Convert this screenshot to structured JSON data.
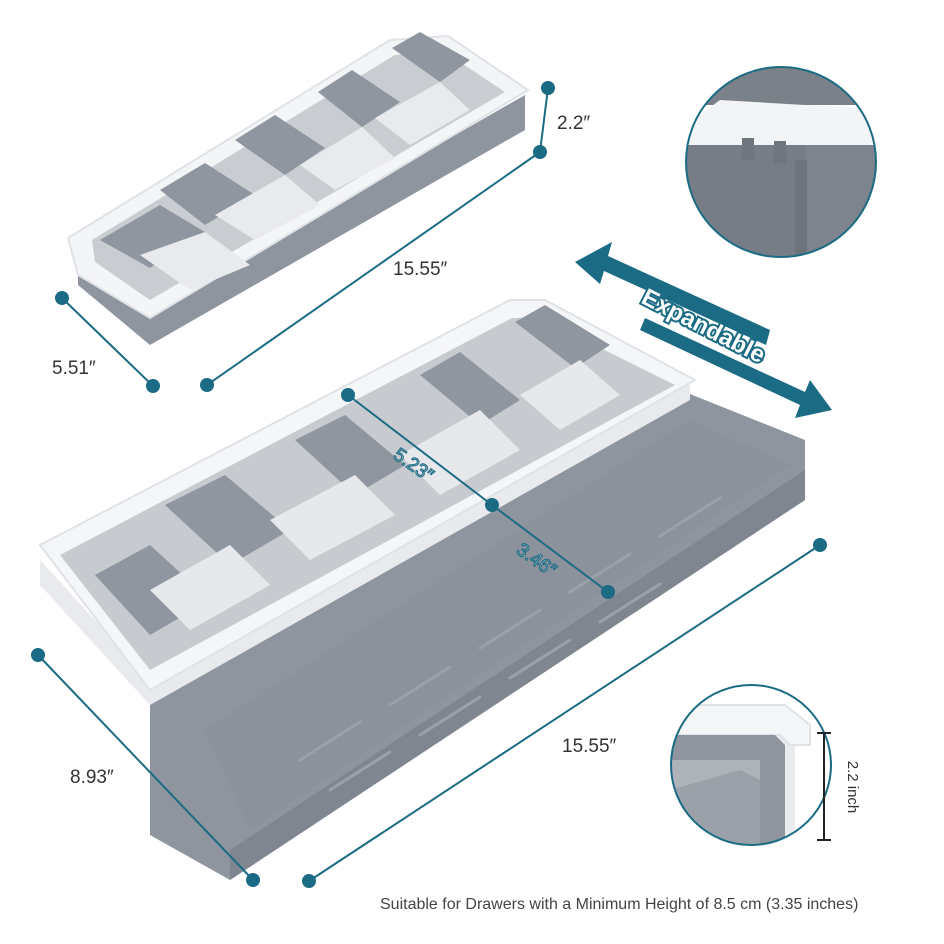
{
  "colors": {
    "accent": "#1b6b84",
    "tray_gray": "#8e959e",
    "tray_dark": "#7b838c",
    "tray_light": "#d6dadf",
    "insert_white": "#f3f4f6"
  },
  "dimensions": {
    "small_height": "2.2″",
    "small_length": "15.55″",
    "small_width": "5.51″",
    "inner_length": "5.23″",
    "inner_width": "3.46″",
    "large_width": "8.93″",
    "large_length": "15.55″",
    "detail_height": "2.2 inch"
  },
  "badge": {
    "label": "Expandable"
  },
  "note": "Suitable for Drawers with a Minimum Height of 8.5 cm (3.35 inches)"
}
